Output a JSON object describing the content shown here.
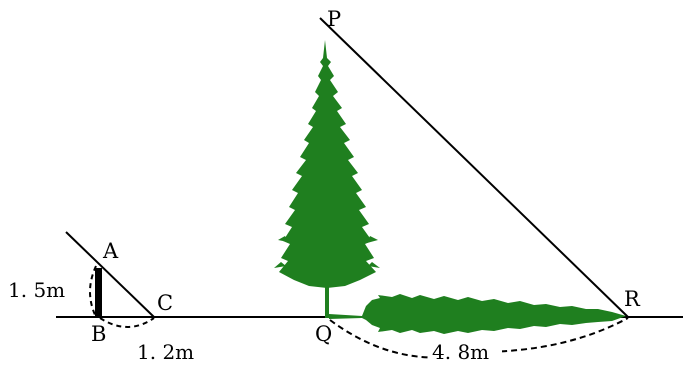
{
  "labels": {
    "p": "P",
    "a": "A",
    "b": "B",
    "c": "C",
    "q": "Q",
    "r": "R"
  },
  "measurements": {
    "stick_height": "1. 5m",
    "stick_shadow": "1. 2m",
    "tree_shadow": "4. 8m"
  },
  "colors": {
    "tree": "#1f7f1f",
    "line": "#000000"
  }
}
